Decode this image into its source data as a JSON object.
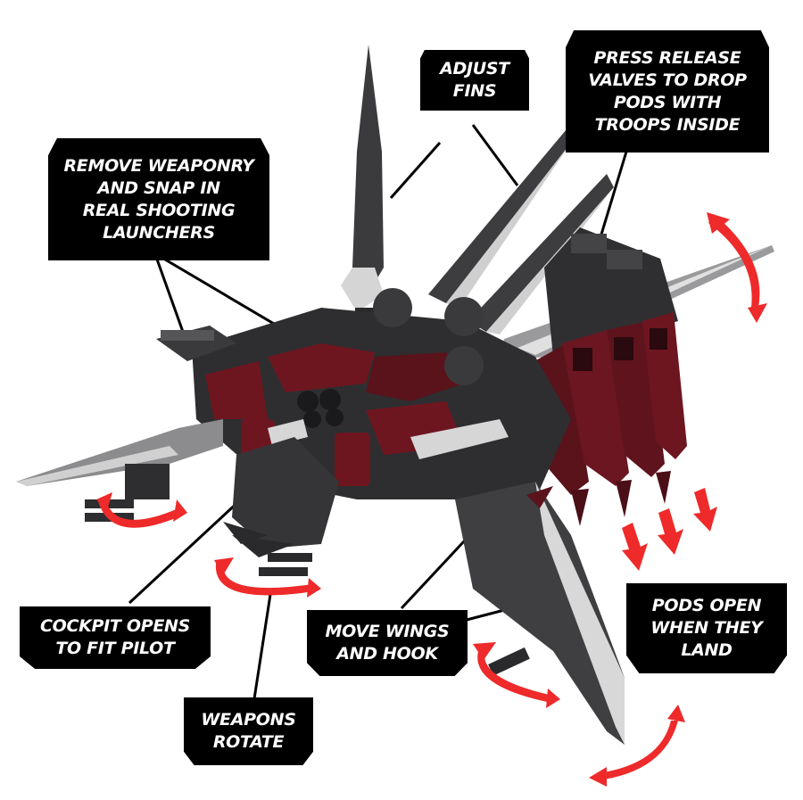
{
  "callouts": {
    "adjust_fins": {
      "lines": [
        "ADJUST",
        "FINS"
      ]
    },
    "press_release": {
      "lines": [
        "PRESS RELEASE",
        "VALVES TO DROP",
        "PODS WITH",
        "TROOPS INSIDE"
      ]
    },
    "remove_weaponry": {
      "lines": [
        "REMOVE WEAPONRY",
        "AND SNAP IN",
        "REAL SHOOTING",
        "LAUNCHERS"
      ]
    },
    "cockpit": {
      "lines": [
        "COCKPIT OPENS",
        "TO FIT PILOT"
      ]
    },
    "weapons_rotate": {
      "lines": [
        "WEAPONS",
        "ROTATE"
      ]
    },
    "move_wings": {
      "lines": [
        "MOVE WINGS",
        "AND HOOK"
      ]
    },
    "pods_open": {
      "lines": [
        "PODS OPEN",
        "WHEN THEY",
        "LAND"
      ]
    }
  },
  "colors": {
    "callout_bg": "#000000",
    "callout_text": "#ffffff",
    "arrow_red": "#ee2a2a",
    "hull_dark": "#2c2c2e",
    "hull_mid": "#4a4a4d",
    "armor_red": "#6e1620",
    "chrome": "#d8d8d8"
  }
}
